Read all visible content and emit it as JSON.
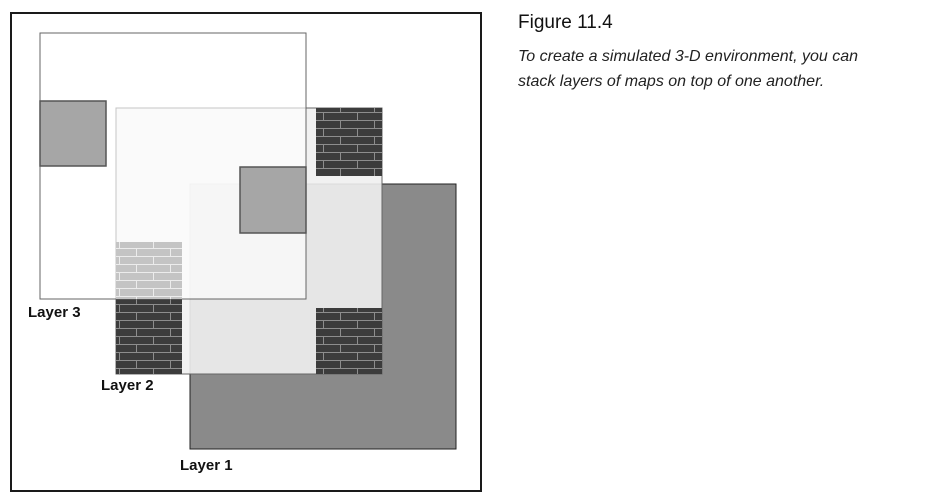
{
  "figure": {
    "number": "Figure 11.4",
    "caption_line1": "To create a simulated 3-D environment, you can",
    "caption_line2": "stack layers of maps on top of one another."
  },
  "diagram": {
    "layers": [
      {
        "label": "Layer 1"
      },
      {
        "label": "Layer 2"
      },
      {
        "label": "Layer 3"
      }
    ],
    "colors": {
      "layer1_fill": "#8a8a8a",
      "layer2_fill": "#efefef",
      "layer3_fill": "#ffffff",
      "gray_tile": "#a6a6a6",
      "dark_brick": "#3c3c3c",
      "light_brick": "#c4c4c4",
      "outline": "#555555"
    }
  }
}
